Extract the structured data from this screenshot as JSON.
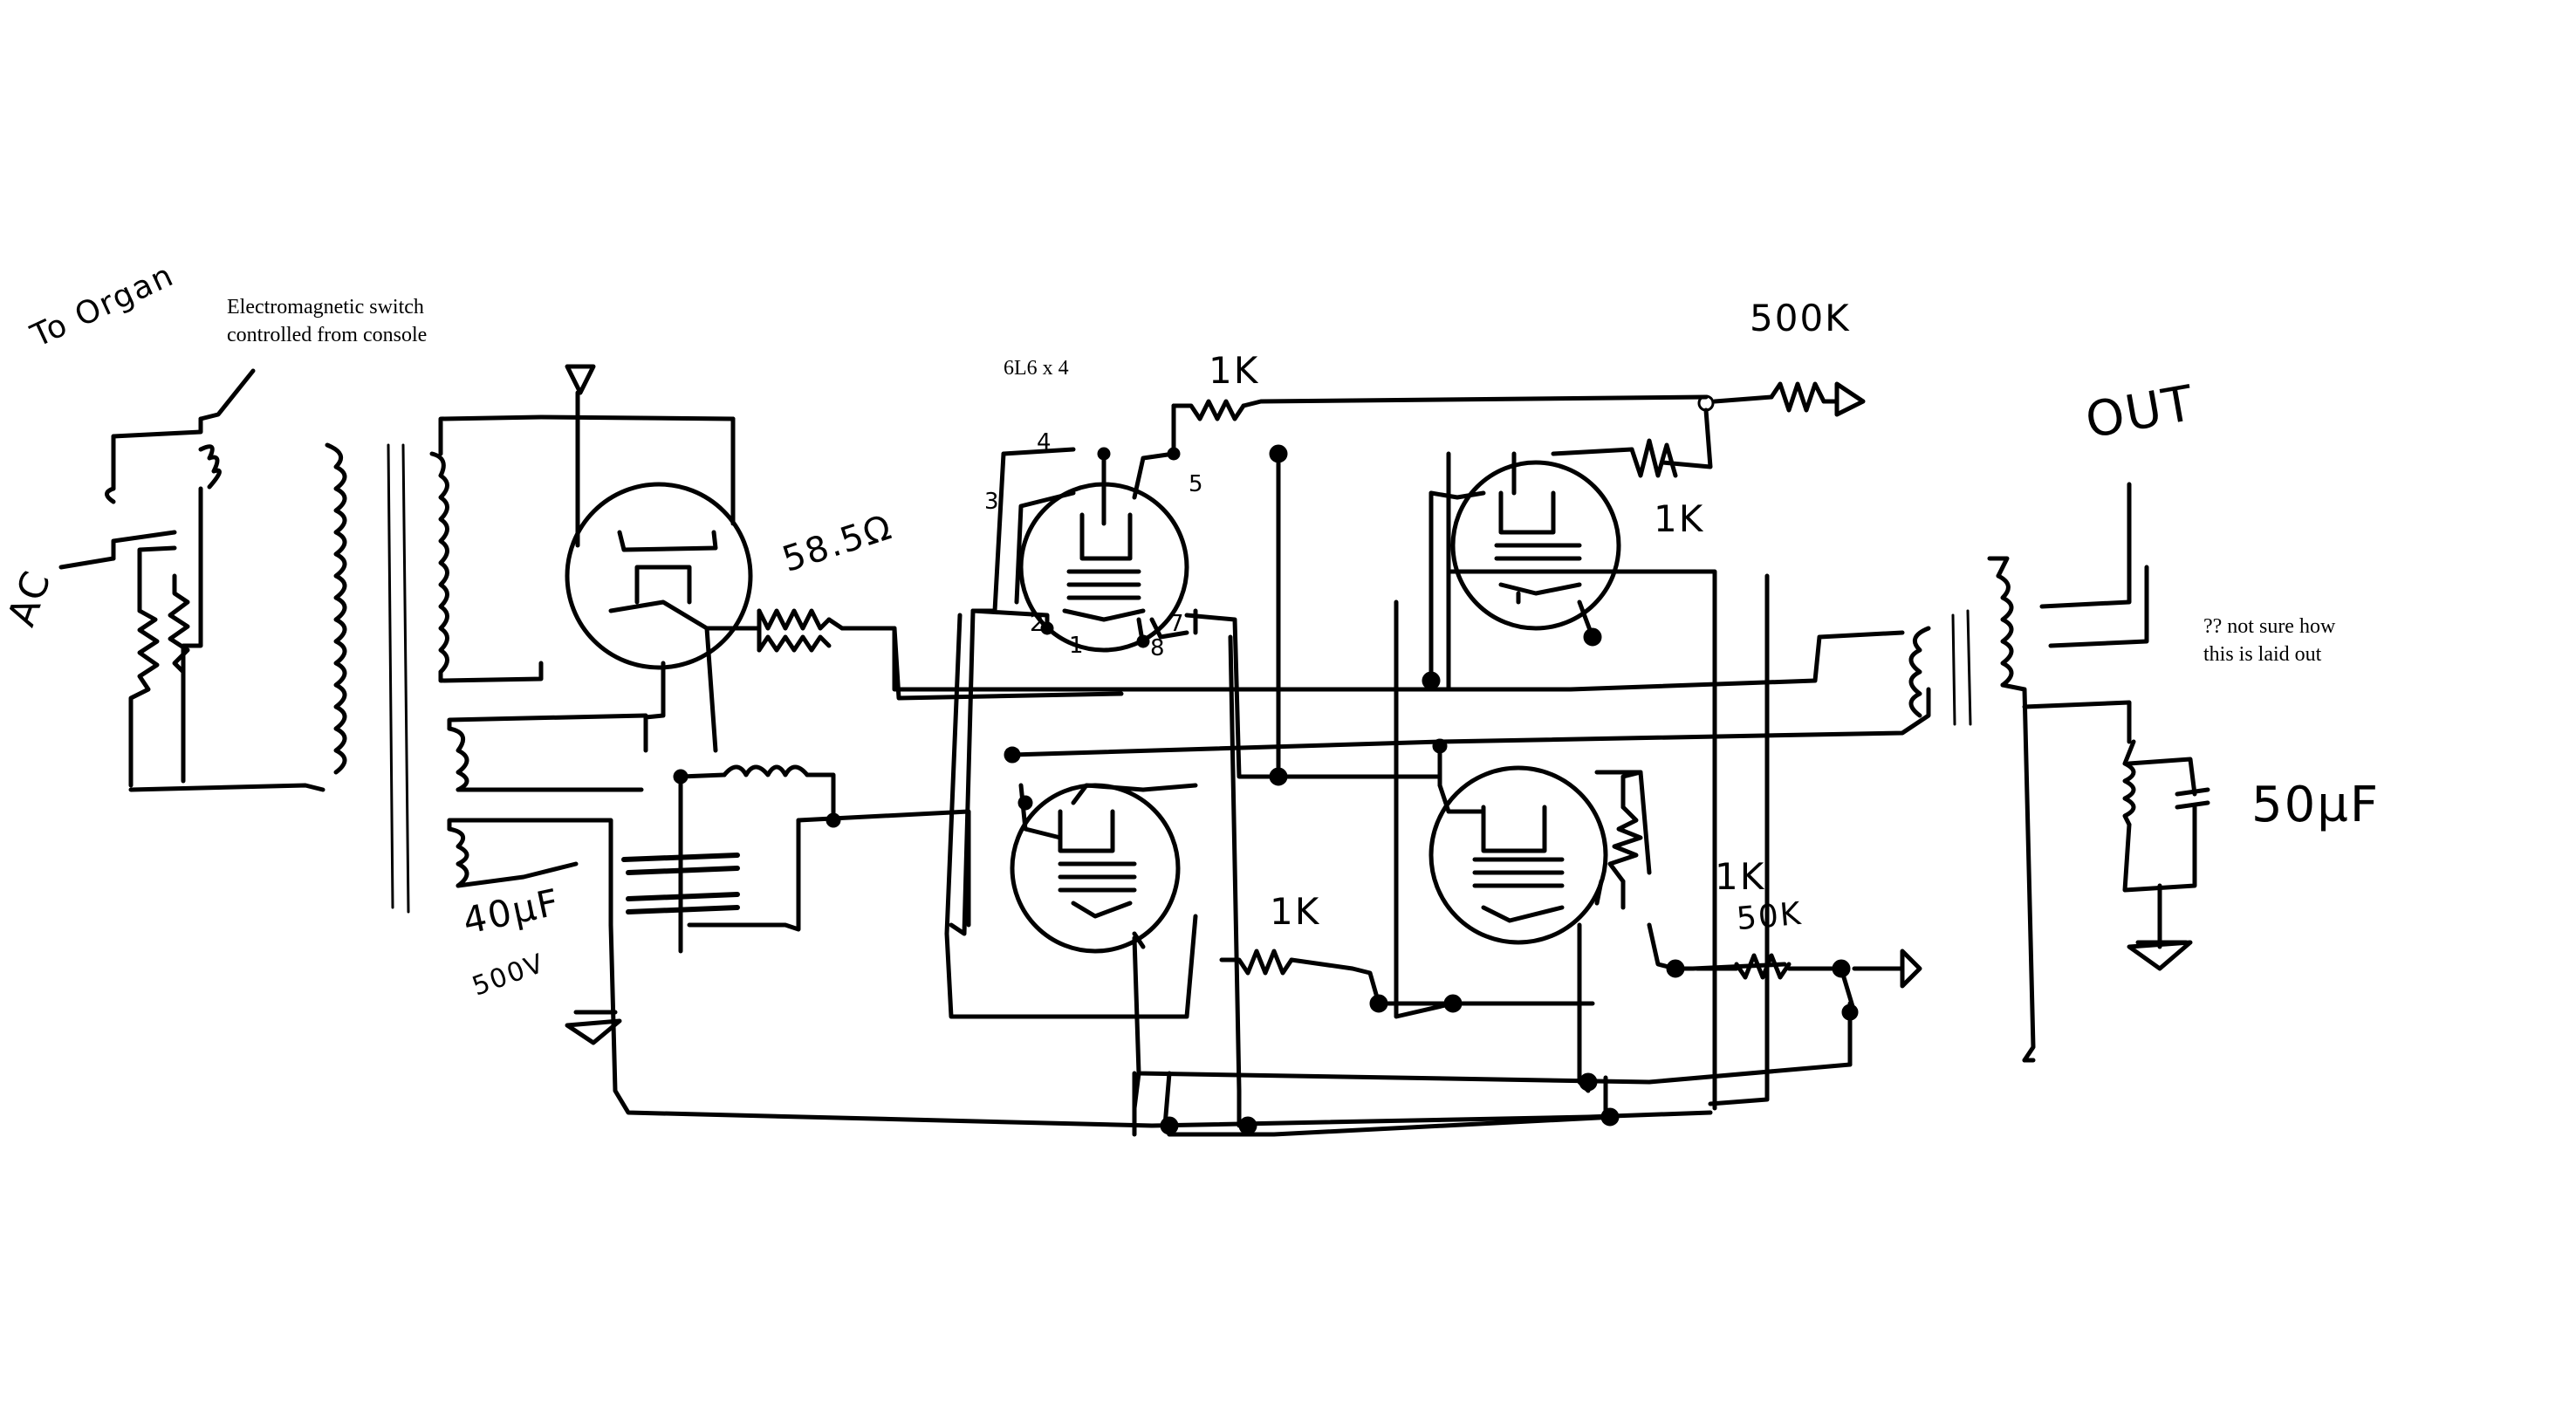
{
  "diagram": {
    "notes": {
      "switch_note_line1": "Electromagnetic switch",
      "switch_note_line2": "controlled from console",
      "tube_count": "6L6 x 4",
      "layout_note_line1": "?? not sure how",
      "layout_note_line2": "this is laid out"
    },
    "labels": {
      "to_organ": "To Organ",
      "ac": "AC",
      "r_58": "58.5Ω",
      "r_1k_top": "1K",
      "r_500k": "500K",
      "r_1k_right": "1K",
      "r_1k_bottom": "1K",
      "r_1k_lower_right": "1K",
      "r_50k": "50K",
      "c_40uf": "40µF",
      "c_500v": "500V",
      "out": "OUT",
      "c_50uf": "50µF",
      "pin_4": "4",
      "pin_3": "3",
      "pin_5": "5",
      "pin_2": "2",
      "pin_1": "1",
      "pin_7": "7",
      "pin_8": "8"
    }
  }
}
